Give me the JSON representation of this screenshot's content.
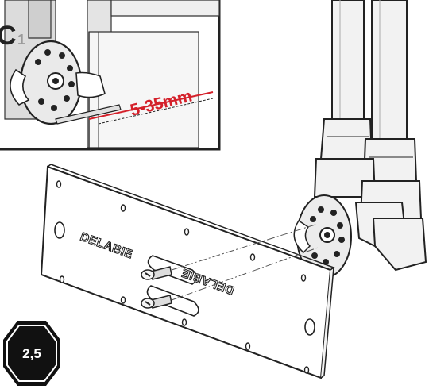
{
  "detail": {
    "letter": "C",
    "subscript": "1"
  },
  "dimension": {
    "text": "5-35mm",
    "color": "#d4202a"
  },
  "plate": {
    "brand_text": "DELABIE",
    "brand_text_mirrored": "DELABIE"
  },
  "tool": {
    "size_label": "2,5",
    "icon": "hex-key-icon"
  },
  "colors": {
    "line": "#222222",
    "pipe_fill": "#f2f2f2",
    "dim_red": "#d4202a",
    "inset_bg": "#ffffff"
  }
}
